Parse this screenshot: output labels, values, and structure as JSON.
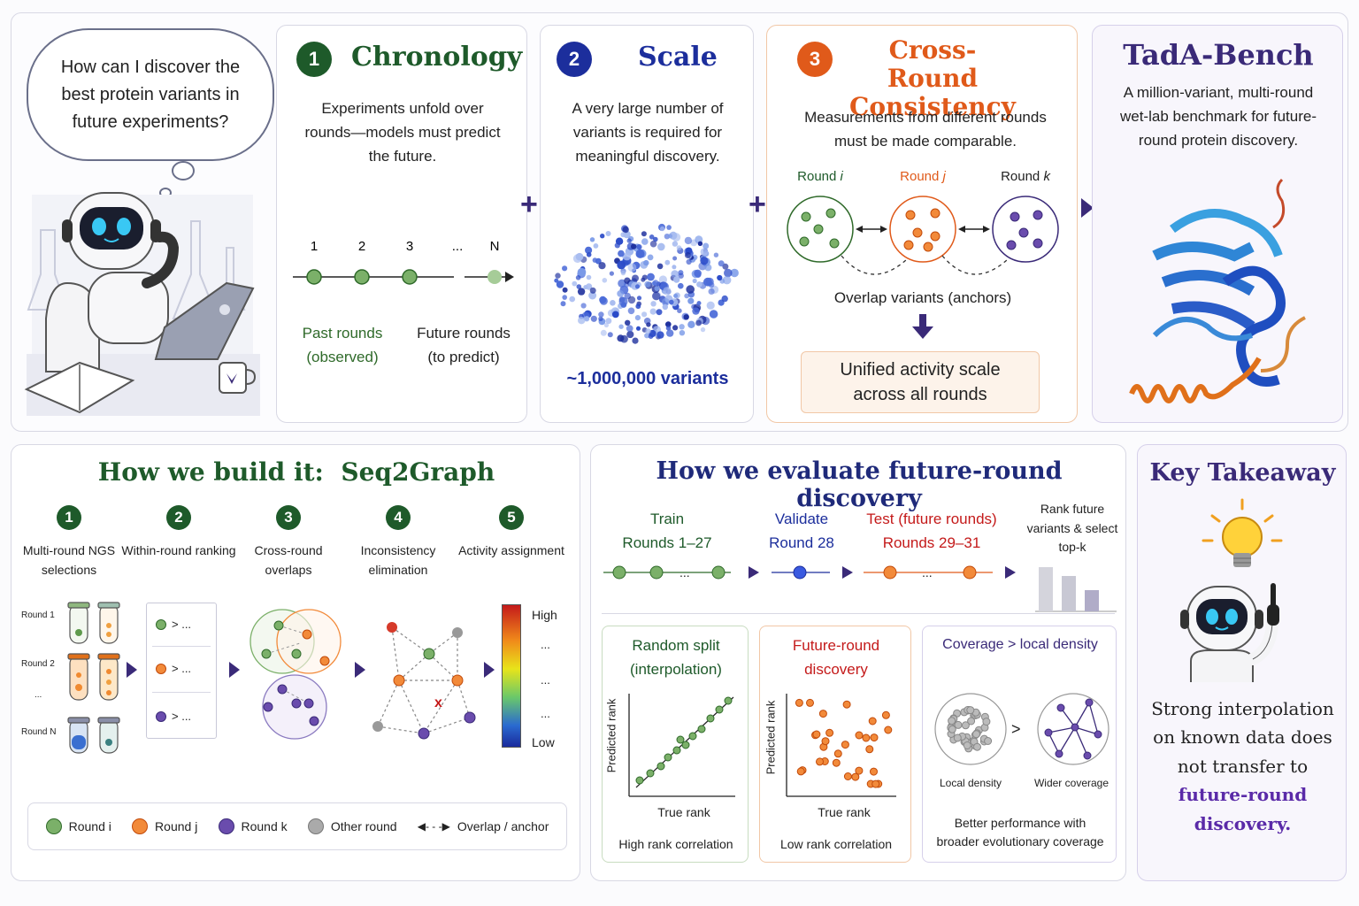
{
  "colors": {
    "green": "#1e5a2a",
    "blue": "#1c2e9c",
    "orange": "#e05a1a",
    "purple": "#3a2a78",
    "navy": "#1f2a7a"
  },
  "intro": {
    "question": "How can I discover the best protein variants in future experiments?"
  },
  "chronology": {
    "number": "1",
    "title": "Chronology",
    "description": "Experiments unfold over rounds—models must predict the future.",
    "ticks": [
      "1",
      "2",
      "3",
      "...",
      "N"
    ],
    "past_label": "Past rounds (observed)",
    "future_label": "Future rounds (to predict)"
  },
  "scale": {
    "number": "2",
    "title": "Scale",
    "description": "A very large number of variants is required for meaningful discovery.",
    "count_label": "~1,000,000 variants"
  },
  "consistency": {
    "number": "3",
    "title": "Cross-Round Consistency",
    "description": "Measurements from different rounds must be made comparable.",
    "round_prefix": "Round",
    "round_i": "i",
    "round_j": "j",
    "round_k": "k",
    "overlap_label": "Overlap variants (anchors)",
    "unified_label": "Unified activity scale across all rounds"
  },
  "tada": {
    "title": "TadA-Bench",
    "description": "A million-variant, multi-round wet-lab benchmark for future-round protein discovery."
  },
  "build": {
    "title": "How we build it:  Seq2Graph",
    "steps": [
      {
        "number": "1",
        "label": "Multi-round NGS selections"
      },
      {
        "number": "2",
        "label": "Within-round ranking"
      },
      {
        "number": "3",
        "label": "Cross-round overlaps"
      },
      {
        "number": "4",
        "label": "Inconsistency elimination"
      },
      {
        "number": "5",
        "label": "Activity assignment"
      }
    ],
    "round_labels": [
      "Round 1",
      "Round 2",
      "...",
      "Round N"
    ],
    "rank_symbol": "> ...",
    "scale_high": "High",
    "scale_low": "Low",
    "scale_dots": "...",
    "legend": [
      {
        "label": "Round i"
      },
      {
        "label": "Round j"
      },
      {
        "label": "Round k"
      },
      {
        "label": "Other round"
      },
      {
        "label": "Overlap / anchor"
      }
    ]
  },
  "evaluate": {
    "title": "How we evaluate future-round discovery",
    "train": "Train",
    "train_rounds": "Rounds 1–27",
    "validate": "Validate",
    "validate_round": "Round 28",
    "test": "Test (future rounds)",
    "test_rounds": "Rounds 29–31",
    "rank_label": "Rank future variants & select top-k",
    "dots": "...",
    "random_split_title": "Random split (interpolation)",
    "random_split_caption": "High rank correlation",
    "future_title": "Future-round discovery",
    "future_caption": "Low rank correlation",
    "axis_y": "Predicted rank",
    "axis_x": "True rank",
    "coverage_title": "Coverage > local density",
    "coverage_symbol": ">",
    "local_density": "Local density",
    "wider_coverage": "Wider coverage",
    "coverage_caption": "Better performance with broader evolutionary coverage"
  },
  "takeaway": {
    "title": "Key Takeaway",
    "text_plain": "Strong interpolation on known data does not transfer to",
    "text_highlight": "future-round discovery."
  }
}
